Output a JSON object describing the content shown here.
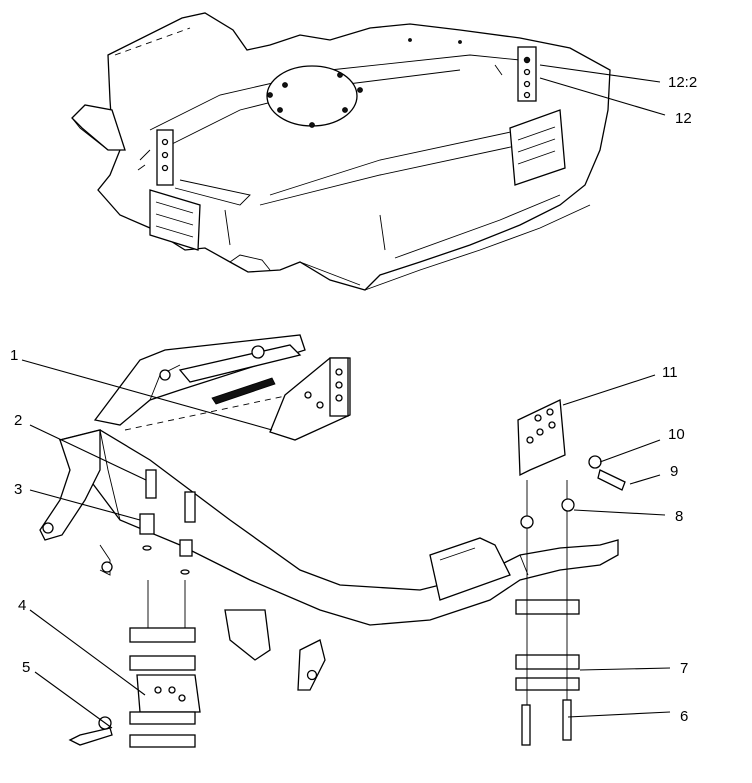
{
  "callouts": [
    {
      "id": "c1",
      "label": "1"
    },
    {
      "id": "c2",
      "label": "2"
    },
    {
      "id": "c3",
      "label": "3"
    },
    {
      "id": "c4",
      "label": "4"
    },
    {
      "id": "c5",
      "label": "5"
    },
    {
      "id": "c6",
      "label": "6"
    },
    {
      "id": "c7",
      "label": "7"
    },
    {
      "id": "c8",
      "label": "8"
    },
    {
      "id": "c9",
      "label": "9"
    },
    {
      "id": "c10",
      "label": "10"
    },
    {
      "id": "c11",
      "label": "11"
    },
    {
      "id": "c12",
      "label": "12"
    },
    {
      "id": "c12_2",
      "label": "12:2"
    }
  ]
}
